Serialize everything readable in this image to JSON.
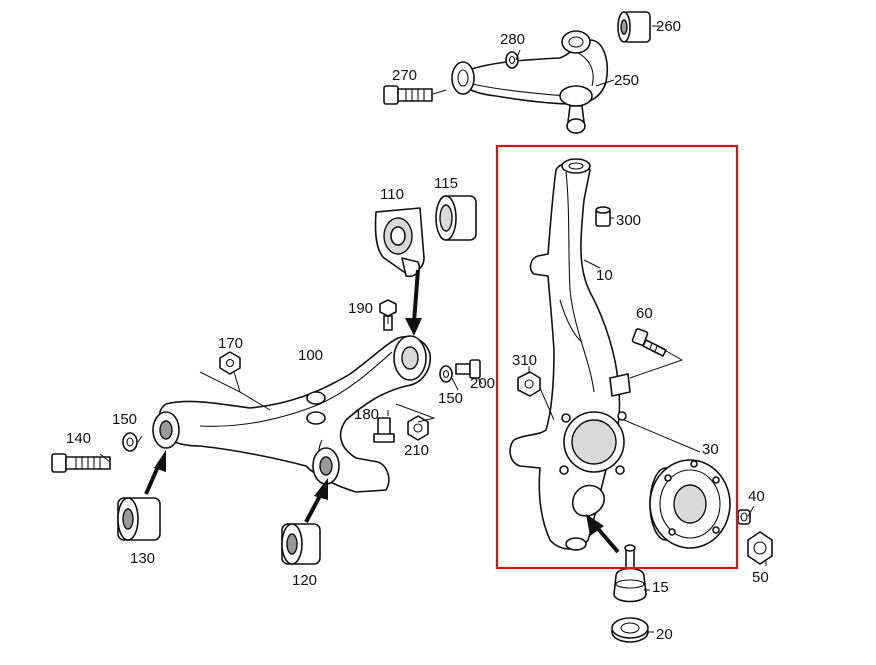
{
  "diagram": {
    "highlight_color": "#d0161a",
    "labels": {
      "p10": "10",
      "p15": "15",
      "p20": "20",
      "p30": "30",
      "p40": "40",
      "p50": "50",
      "p60": "60",
      "p100": "100",
      "p110": "110",
      "p115": "115",
      "p120": "120",
      "p130": "130",
      "p140": "140",
      "p150a": "150",
      "p150b": "150",
      "p170": "170",
      "p180": "180",
      "p190": "190",
      "p200": "200",
      "p210": "210",
      "p250": "250",
      "p260": "260",
      "p270": "270",
      "p280": "280",
      "p300": "300",
      "p310": "310"
    }
  }
}
